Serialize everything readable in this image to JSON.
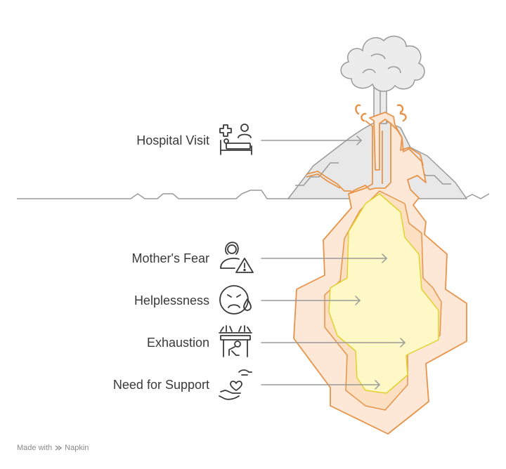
{
  "layers": [
    {
      "label": "Hospital Visit",
      "icon": "hospital-bed-icon"
    },
    {
      "label": "Mother's Fear",
      "icon": "person-warning-icon"
    },
    {
      "label": "Helplessness",
      "icon": "crying-face-icon"
    },
    {
      "label": "Exhaustion",
      "icon": "exhausted-person-icon"
    },
    {
      "label": "Need for Support",
      "icon": "hands-heart-icon"
    }
  ],
  "footer": {
    "made_with": "Made with",
    "brand": "Napkin"
  },
  "colors": {
    "outline": "#e7944a",
    "outer_fill": "#fde7d6",
    "inner_outline": "#e3d12f",
    "inner_fill": "#fdf8c5",
    "mountain": "#e8e8e8",
    "smoke": "#ececec",
    "line": "#9a9a9a"
  }
}
